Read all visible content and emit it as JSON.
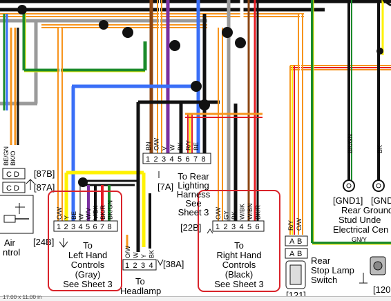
{
  "connectors": {
    "c87b": {
      "pins": [
        "C",
        "D"
      ],
      "label": "[87B]"
    },
    "c87a": {
      "pins": [
        "C",
        "D"
      ],
      "label": "[87A]"
    },
    "c24b": {
      "pins": [
        "1",
        "2",
        "3",
        "4",
        "5",
        "6",
        "7",
        "8"
      ],
      "label": "[24B]",
      "wires": [
        "O/W",
        "Y",
        "BE",
        "W",
        "W/V",
        "V/BK",
        "BK/R",
        "BK/GN"
      ]
    },
    "c7a": {
      "pins": [
        "1",
        "2",
        "3",
        "4",
        "5",
        "6",
        "7",
        "8"
      ],
      "label": "[7A]",
      "wires": [
        "BN",
        "O/W",
        "V",
        "W",
        "BK",
        "R/Y",
        "BE",
        ""
      ]
    },
    "c22b": {
      "pins": [
        "1",
        "2",
        "3",
        "4",
        "5",
        "6"
      ],
      "label": "[22B]",
      "wires": [
        "O/W",
        "GY",
        "BK",
        "W/BK",
        "W/BN",
        "BK/R"
      ]
    },
    "c38a": {
      "pins": [
        "1",
        "2",
        "3",
        "4"
      ],
      "label": "[38A]",
      "wires": [
        "O/W",
        "W",
        "Y",
        "BK"
      ]
    },
    "c121": {
      "pins": [
        "A",
        "B"
      ],
      "pins_b": [
        "A",
        "B"
      ],
      "label": "[121]",
      "wires": [
        "R/Y",
        "O/W"
      ]
    }
  },
  "left_labels": {
    "be_gn": "BE/GN",
    "bk_o": "BK/O",
    "air_line1": "Air",
    "air_line2": "ntrol"
  },
  "gnd_labels": {
    "bk_gn": "BK/GN",
    "bk": "BK",
    "gn_y": "GN/Y"
  },
  "texts": {
    "left_hand": [
      "To",
      "Left Hand",
      "Controls",
      "(Gray)",
      "See Sheet 3"
    ],
    "right_hand": [
      "To",
      "Right Hand",
      "Controls",
      "(Black)",
      "See Sheet 3"
    ],
    "rear_lighting": [
      "To Rear",
      "Lighting",
      "Harness",
      "See",
      "Sheet 3"
    ],
    "headlamp": [
      "To",
      "Headlamp"
    ],
    "gnd1": "[GND1]",
    "gnd_right": "[GND",
    "rear_ground": "Rear Ground",
    "stud_under": "Stud Unde",
    "electrical": "Electrical Cen",
    "rear_stop": [
      "Rear",
      "Stop Lamp",
      "Switch"
    ],
    "c120": "[120"
  },
  "status_bar": "17.00 x 11.00 in",
  "colors": {
    "black": "#111111",
    "white": "#ffffff",
    "orange": "#f7941d",
    "red": "#e31c23",
    "yellow": "#fff200",
    "green": "#1a8a2a",
    "blue": "#3a6ff7",
    "gray": "#9a9a9a",
    "violet": "#7b2fa0",
    "brown": "#8b4513",
    "callout": "#d9232a"
  }
}
